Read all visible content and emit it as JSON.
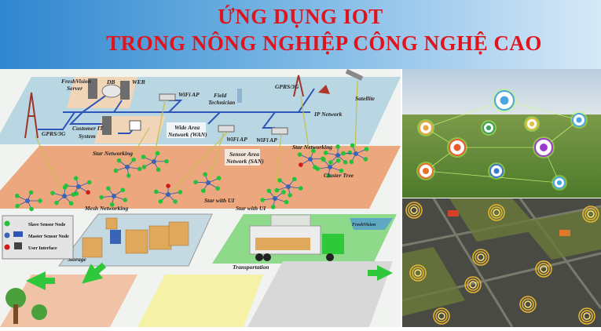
{
  "title": {
    "line1": "ỨNG DỤNG IOT",
    "line2": "TRONG NÔNG NGHIỆP CÔNG NGHỆ CAO",
    "color": "#e0141c"
  },
  "diagram": {
    "labels": {
      "server": "FreshVision",
      "server2": "Server",
      "db": "DB",
      "web": "WEB",
      "wifi_ap": "WiFi AP",
      "field_tech": "Field",
      "field_tech2": "Technician",
      "gprs": "GPRS/3G",
      "satellite": "Satellite",
      "ip_network": "IP Network",
      "customer_it": "Customer IT",
      "customer_it2": "System",
      "wan": "Wide Area",
      "wan2": "Network (WAN)",
      "san": "Sensor Area",
      "san2": "Network (SAN)",
      "star_networking": "Star Networking",
      "cluster_tree": "Cluster Tree",
      "mesh_networking": "Mesh Networking",
      "star_with_ui": "Star with UI",
      "storage": "Storage",
      "transportation": "Transportation",
      "freshvision_ship": "FreshVision"
    },
    "legend": [
      {
        "label": "Slave Sensor Node",
        "color": "#22c33a"
      },
      {
        "label": "Master Sensor Node",
        "color": "#3a64b8"
      },
      {
        "label": "User Interface",
        "color": "#d21b1b"
      }
    ]
  }
}
